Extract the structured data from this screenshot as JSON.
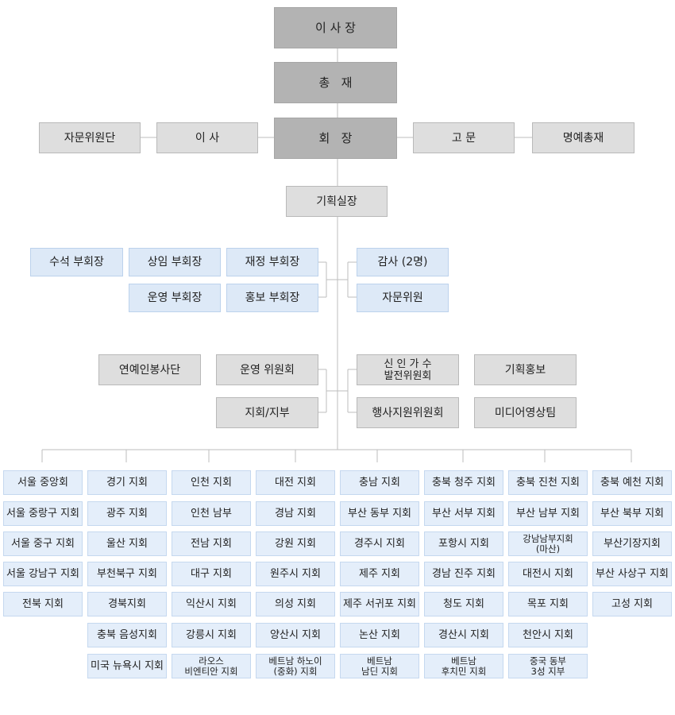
{
  "top": {
    "chairman": "이 사 장",
    "general_director": "총   재",
    "president": "회   장",
    "directors": "이 사",
    "advisory_group": "자문위원단",
    "advisor": "고 문",
    "honorary": "명예총재",
    "planning_chief": "기획실장"
  },
  "vice": {
    "senior": "수석 부회장",
    "standing": "상임 부회장",
    "finance": "재정 부회장",
    "operations": "운영 부회장",
    "pr": "홍보 부회장",
    "auditor": "감사 (2명)",
    "consultant": "자문위원"
  },
  "committees": {
    "entertainment": "연예인봉사단",
    "operations": "운영 위원회",
    "branch": "지회/지부",
    "new_singer": "신 인 가 수\n발전위원회",
    "event_support": "행사지원위원회",
    "planning_pr": "기획홍보",
    "media": "미디어영상팀"
  },
  "branches": [
    [
      "서울 중앙회",
      "서울 중랑구 지회",
      "서울 중구 지회",
      "서울 강남구 지회",
      "전북 지회"
    ],
    [
      "경기 지회",
      "광주 지회",
      "울산 지회",
      "부천북구 지회",
      "경북지회",
      "충북 음성지회",
      "미국 뉴욕시 지회"
    ],
    [
      "인천 지회",
      "인천 남부",
      "전남 지회",
      "대구 지회",
      "익산시 지회",
      "강릉시 지회",
      "라오스\n비엔티안 지회"
    ],
    [
      "대전 지회",
      "경남 지회",
      "강원 지회",
      "원주시 지회",
      "의성 지회",
      "양산시 지회",
      "베트남 하노이\n(중화) 지회"
    ],
    [
      "충남 지회",
      "부산 동부 지회",
      "경주시 지회",
      "제주 지회",
      "제주 서귀포 지회",
      "논산 지회",
      "베트남\n남딘 지회"
    ],
    [
      "충북 청주 지회",
      "부산 서부 지회",
      "포항시 지회",
      "경남 진주 지회",
      "청도 지회",
      "경산시 지회",
      "베트남\n후치민 지회"
    ],
    [
      "충북 진천 지회",
      "부산 남부 지회",
      "강남남부지회\n(마산)",
      "대전시 지회",
      "목포 지회",
      "천안시 지회",
      "중국 동부\n3성 지부"
    ],
    [
      "충북 예천 지회",
      "부산 북부 지회",
      "부산기장지회",
      "부산 사상구 지회",
      "고성 지회"
    ]
  ]
}
